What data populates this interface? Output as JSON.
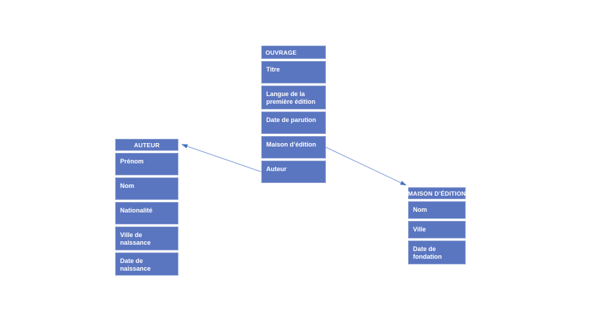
{
  "colors": {
    "cell_fill": "#5b76c0",
    "cell_text": "#ffffff",
    "arrow_line": "#7f9bd8",
    "arrow_head": "#4472c4",
    "background": "#ffffff"
  },
  "diagram": {
    "entities": [
      {
        "id": "ouvrage",
        "title": "OUVRAGE",
        "title_align": "left",
        "fields": [
          "Titre",
          "Langue de la première édition",
          "Date de parution",
          "Maison d’édition",
          "Auteur"
        ]
      },
      {
        "id": "auteur",
        "title": "AUTEUR",
        "title_align": "center",
        "fields": [
          "Prénom",
          "Nom",
          "Nationalité",
          "Ville de naissance",
          "Date de naissance"
        ]
      },
      {
        "id": "maison_edition",
        "title": "MAISON D’ÉDITION",
        "title_align": "center",
        "fields": [
          "Nom",
          "Ville",
          "Date de fondation"
        ]
      }
    ],
    "relations": [
      {
        "from_entity": "ouvrage",
        "from_field": "Auteur",
        "to_entity": "auteur"
      },
      {
        "from_entity": "ouvrage",
        "from_field": "Maison d’édition",
        "to_entity": "maison_edition"
      }
    ]
  }
}
